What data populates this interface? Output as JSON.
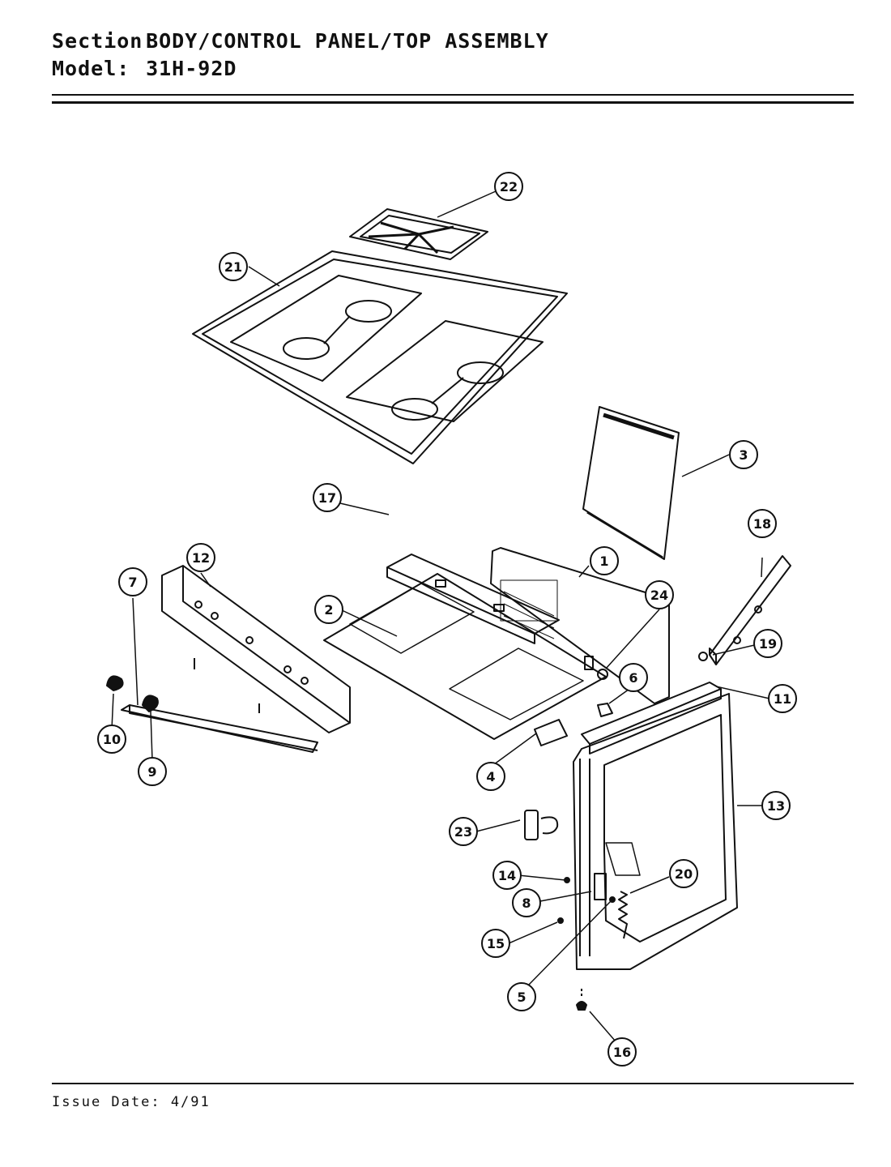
{
  "header": {
    "section_label": "Section:",
    "section_value": "BODY/CONTROL PANEL/TOP ASSEMBLY",
    "model_label": "Model:",
    "model_value": "31H-92D"
  },
  "callouts": [
    "1",
    "2",
    "3",
    "4",
    "5",
    "6",
    "7",
    "8",
    "9",
    "10",
    "11",
    "12",
    "13",
    "14",
    "15",
    "16",
    "17",
    "18",
    "19",
    "20",
    "21",
    "22",
    "23",
    "24"
  ],
  "footer": {
    "issue_date": "Issue Date: 4/91"
  }
}
